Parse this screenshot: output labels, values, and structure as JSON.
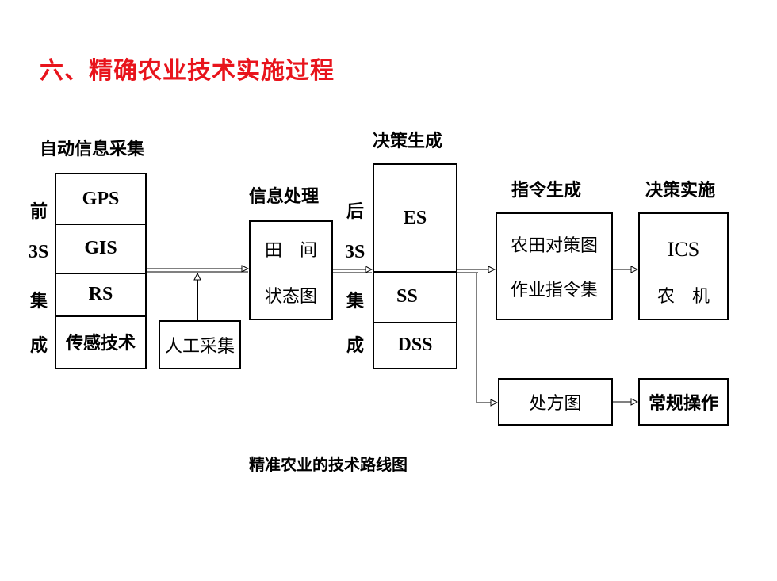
{
  "title": "六、精确农业技术实施过程",
  "caption": "精准农业的技术路线图",
  "auto_info": {
    "heading": "自动信息采集",
    "side": [
      "前",
      "3S",
      "集",
      "成"
    ],
    "cells": [
      "GPS",
      "GIS",
      "RS",
      "传感技术"
    ]
  },
  "manual": "人工采集",
  "processing": {
    "heading": "信息处理",
    "lines": [
      "田　间",
      "状态图"
    ]
  },
  "decision": {
    "heading": "决策生成",
    "side": [
      "后",
      "3S",
      "集",
      "成"
    ],
    "cells": [
      "ES",
      "SS",
      "DSS"
    ]
  },
  "command": {
    "heading": "指令生成",
    "lines": [
      "农田对策图",
      "作业指令集"
    ]
  },
  "prescription": "处方图",
  "implement": {
    "heading": "决策实施",
    "lines": [
      "ICS",
      "农　机"
    ]
  },
  "conventional": "常规操作"
}
